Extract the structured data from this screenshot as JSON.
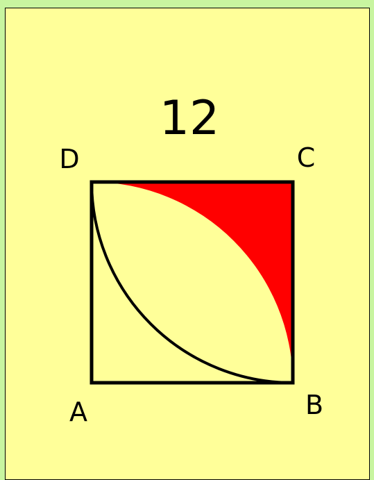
{
  "figure": {
    "side_length": "12",
    "vertices": {
      "a": "A",
      "b": "B",
      "c": "C",
      "d": "D"
    }
  },
  "colors": {
    "background": "#c8f5a0",
    "card": "#ffff99",
    "shaded_region": "#ff0000",
    "stroke": "#000000"
  }
}
